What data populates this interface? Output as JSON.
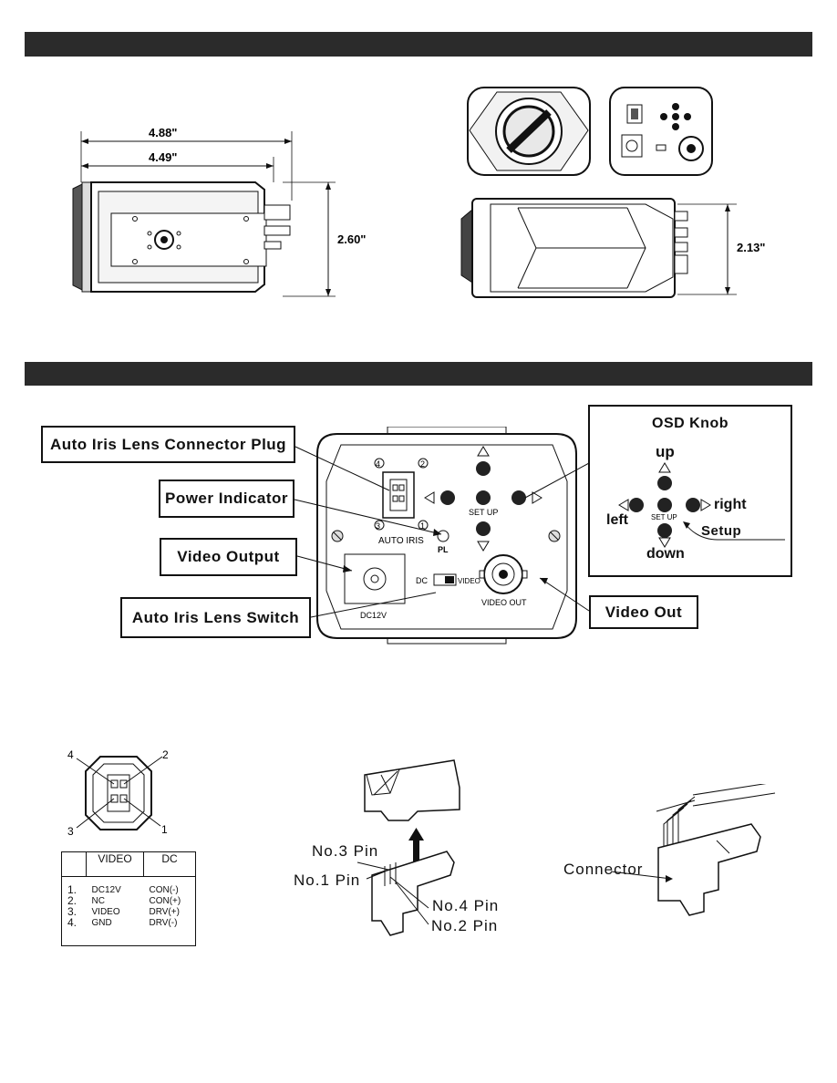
{
  "dimensions": {
    "width_outer": "4.88\"",
    "width_inner": "4.49\"",
    "height_side": "2.60\"",
    "height_bottom": "2.13\""
  },
  "callouts": {
    "auto_iris_connector": "Auto Iris Lens Connector Plug",
    "power_indicator": "Power Indicator",
    "video_output": "Video Output",
    "auto_iris_switch": "Auto Iris Lens Switch",
    "video_out": "Video Out"
  },
  "panel": {
    "set_up": "SET UP",
    "auto_iris": "AUTO  IRIS",
    "pl": "PL",
    "dc": "DC",
    "video": "VIDEO",
    "video_out": "VIDEO  OUT",
    "dc12v": "DC12V",
    "pin_labels": [
      "4",
      "2",
      "3",
      "1"
    ]
  },
  "osd": {
    "title": "OSD Knob",
    "up": "up",
    "left": "left",
    "right": "right",
    "down": "down",
    "setup": "Setup",
    "set_up_small": "SET UP"
  },
  "connector_pins": {
    "labels": [
      "4",
      "2",
      "3",
      "1"
    ]
  },
  "pin_table": {
    "headers": [
      "",
      "VIDEO",
      "DC"
    ],
    "numbers": "1.\n2.\n3.\n4.",
    "video": "DC12V\nNC\nVIDEO\nGND",
    "dc": "CON(-)\nCON(+)\nDRV(+)\nDRV(-)"
  },
  "plug_labels": {
    "no3": "No.3 Pin",
    "no1": "No.1 Pin",
    "no4": "No.4 Pin",
    "no2": "No.2 Pin"
  },
  "connector_label": "Connector"
}
